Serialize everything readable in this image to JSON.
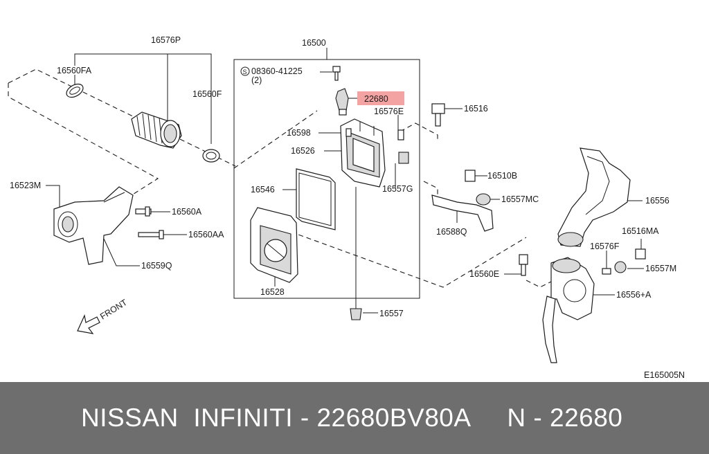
{
  "diagram": {
    "highlight_color": "#f4a3a3",
    "labels": {
      "l16500": "16500",
      "l16576P": "16576P",
      "l16560FA": "16560FA",
      "l16560F": "16560F",
      "l08360": "08360-41225",
      "l08360qty": "(2)",
      "l22680": "22680",
      "l16576E": "16576E",
      "l16516": "16516",
      "l16598": "16598",
      "l16526": "16526",
      "l16523M": "16523M",
      "l16546": "16546",
      "l16557G": "16557G",
      "l16510B": "16510B",
      "l16557MC": "16557MC",
      "l16556": "16556",
      "l16560A": "16560A",
      "l16560AA": "16560AA",
      "l16588Q": "16588Q",
      "l16516MA": "16516MA",
      "l16559Q": "16559Q",
      "l16576F": "16576F",
      "l16557M": "16557M",
      "l16560E": "16560E",
      "l16528": "16528",
      "l16556A": "16556+A",
      "l16557": "16557",
      "front": "FRONT",
      "code": "E165005N"
    },
    "icons": {
      "screw_symbol": "circled-s-icon",
      "front_arrow": "front-arrow-icon"
    }
  },
  "footer": {
    "text": "NISSAN  INFINITI - 22680BV80A     N - 22680"
  }
}
